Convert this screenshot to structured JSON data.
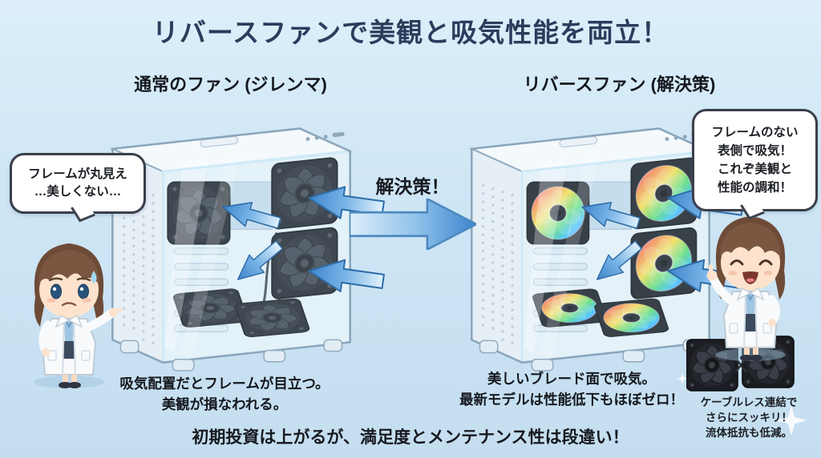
{
  "title": "リバースファンで美観と吸気性能を両立！",
  "left_panel": {
    "heading": "通常のファン (ジレンマ)",
    "speech_bubble": {
      "lines": [
        "フレームが丸見え",
        "…美しくない…"
      ]
    },
    "caption": {
      "lines": [
        "吸気配置だとフレームが目立つ。",
        "美観が損なわれる。"
      ]
    }
  },
  "center": {
    "solution_label": "解決策！"
  },
  "right_panel": {
    "heading": "リバースファン (解決策)",
    "speech_bubble": {
      "lines": [
        "フレームのない",
        "表側で吸気！",
        "これぞ美観と",
        "性能の調和！"
      ]
    },
    "caption": {
      "lines": [
        "美しいブレード面で吸気。",
        "最新モデルは性能低下もほぼゼロ！"
      ]
    },
    "fan_pair_note": {
      "lines": [
        "ケーブルレス連結で",
        "さらにスッキリ！",
        "流体抵抗も低減。"
      ]
    }
  },
  "footer": "初期投資は上がるが、満足度とメンテナンス性は段違い！",
  "icons": {
    "airflow_arrow": "curved blue intake/exhaust arrow",
    "solution_arrow": "large right-pointing blue arrow",
    "dual_fan_link": "two daisy-chained black fans with crossed link",
    "sparkle": "white four-point diamond sparkle"
  },
  "colors": {
    "background_top": "#dceffa",
    "background_bottom": "#c4def0",
    "title_text": "#2c3c5c",
    "body_text": "#15181e",
    "arrow_blue": "#3e86cd",
    "bubble_border": "#3a3f49",
    "fan_black": "#1b1d22",
    "rgb_gradient": [
      "#ff5bd0",
      "#ff8d4d",
      "#ffe34f",
      "#5fe069",
      "#3ec3ff",
      "#8f5bff"
    ]
  }
}
